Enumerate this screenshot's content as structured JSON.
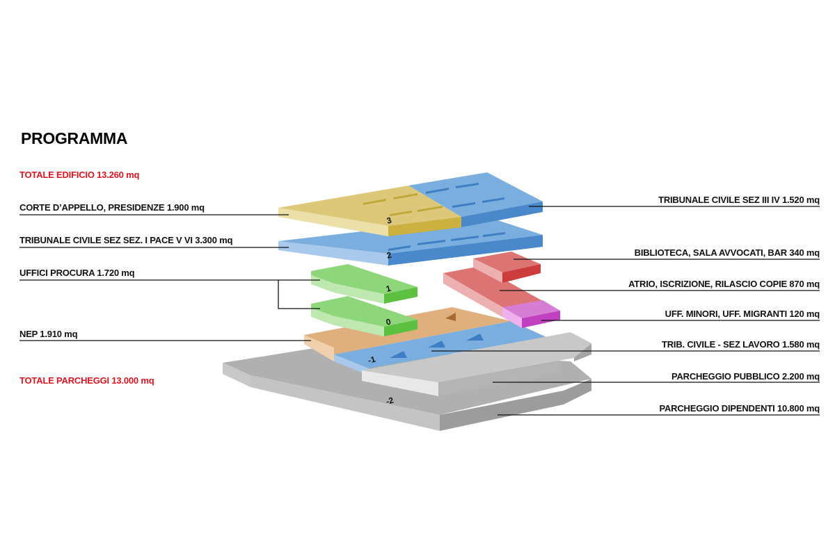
{
  "title": "PROGRAMMA",
  "totals": {
    "building": "TOTALE EDIFICIO 13.260 mq",
    "parking": "TOTALE PARCHEGGI 13.000 mq"
  },
  "left_labels": [
    "CORTE D’APPELLO, PRESIDENZE 1.900 mq",
    "TRIBUNALE CIVILE SEZ SEZ. I PACE V VI  3.300 mq",
    "UFFICI PROCURA  1.720 mq",
    "NEP  1.910 mq"
  ],
  "right_labels": [
    "TRIBUNALE CIVILE SEZ III IV  1.520 mq",
    "BIBLIOTECA, SALA AVVOCATI, BAR  340 mq",
    "ATRIO, ISCRIZIONE, RILASCIO COPIE  870 mq",
    "UFF. MINORI, UFF. MIGRANTI  120 mq",
    "TRIB. CIVILE - SEZ LAVORO  1.580 mq",
    "PARCHEGGIO PUBBLICO  2.200 mq",
    "PARCHEGGIO DIPENDENTI  10.800 mq"
  ],
  "levels": [
    "3",
    "2",
    "1",
    "0",
    "-1",
    "-2"
  ],
  "colors": {
    "yellow": "#dcc878",
    "blue": "#7aaede",
    "green": "#8ed67a",
    "red": "#dc7474",
    "magenta": "#d67ed6",
    "orange": "#dfb07e",
    "gray": "#b4b4b4",
    "total_red": "#e0141e"
  }
}
